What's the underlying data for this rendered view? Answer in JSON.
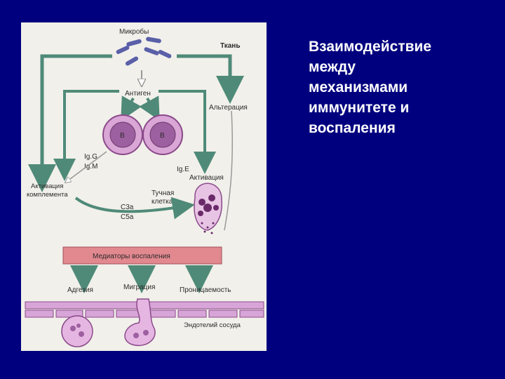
{
  "slide": {
    "title_lines": [
      "Взаимодействие",
      "между",
      "механизмами",
      "иммунитете и",
      "воспаления"
    ]
  },
  "diagram": {
    "labels": {
      "microbes": "Микробы",
      "tissue": "Ткань",
      "antigen": "Антиген",
      "alteration": "Альтерация",
      "b_cell": "B",
      "igg": "Ig.G",
      "igm": "Ig.M",
      "ige": "Ig.E",
      "activation_right": "Активация",
      "complement_line1": "Активация",
      "complement_line2": "комплемента",
      "mast_line1": "Тучная",
      "mast_line2": "клетка",
      "c3a": "C3a",
      "c5a": "C5a",
      "mediators": "Медиаторы воспаления",
      "adhesion": "Адгезия",
      "migration": "Миграция",
      "permeability": "Проницаемость",
      "endothelium": "Эндотелий сосуда"
    },
    "colors": {
      "arrow": "#4f8a78",
      "cell_fill": "#d9a6d6",
      "cell_stroke": "#8a4a8a",
      "mediators_bar": "#e2888f",
      "endothelium": "#d8a5d8",
      "microbe": "#5a5fa8"
    }
  }
}
